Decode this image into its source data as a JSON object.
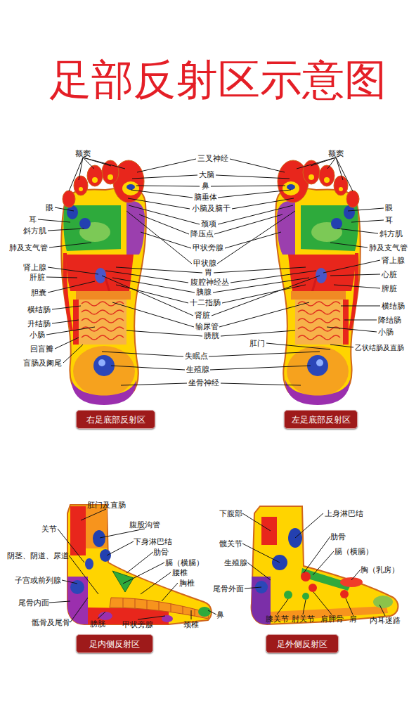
{
  "diagram": {
    "title": "足部反射区示意图",
    "nodes": [
      {
        "text": [
          "右足底部反射区"
        ]
      },
      {
        "text": [
          "左足底部反射区"
        ]
      },
      {
        "text": [
          "足内侧反射区"
        ]
      },
      {
        "text": [
          "足外侧反射区"
        ]
      }
    ],
    "labels": [
      "额窦",
      "眼",
      "耳",
      "斜方肌",
      "肺及支气管",
      "肾上腺",
      "肝脏",
      "胆囊",
      "横结肠",
      "升结肠",
      "小肠",
      "回盲瓣",
      "盲肠及阑尾",
      "三叉神经",
      "大脑",
      "鼻",
      "脑垂体",
      "小脑及脑干",
      "颈项",
      "降压点",
      "甲状旁腺",
      "甲状腺",
      "胃",
      "腹腔神经丛",
      "胰腺",
      "十二指肠",
      "肾脏",
      "输尿管",
      "膀胱",
      "失眠点",
      "生殖腺",
      "坐骨神经",
      "额窦",
      "眼",
      "耳",
      "斜方肌",
      "肺及支气管",
      "肾上腺",
      "心脏",
      "脾脏",
      "横结肠",
      "降结肠",
      "小肠",
      "乙状结肠及直肠",
      "肛门",
      "肛门及直肠",
      "关节",
      "腹股沟管",
      "下身淋巴结",
      "阴茎、阴道、尿道",
      "肋骨",
      "膈（横膈）",
      "腰椎",
      "子宫或前列腺",
      "胸椎",
      "尾骨内面",
      "骶骨及尾骨",
      "膀胱",
      "甲状旁腺",
      "颈椎",
      "鼻",
      "下腹部",
      "上身淋巴结",
      "髋关节",
      "肋骨",
      "膈（横膈）",
      "生殖腺",
      "胸（乳房）",
      "尾骨外面",
      "膝关节",
      "肘关节",
      "肩胛骨",
      "肩",
      "内耳迷路"
    ]
  }
}
